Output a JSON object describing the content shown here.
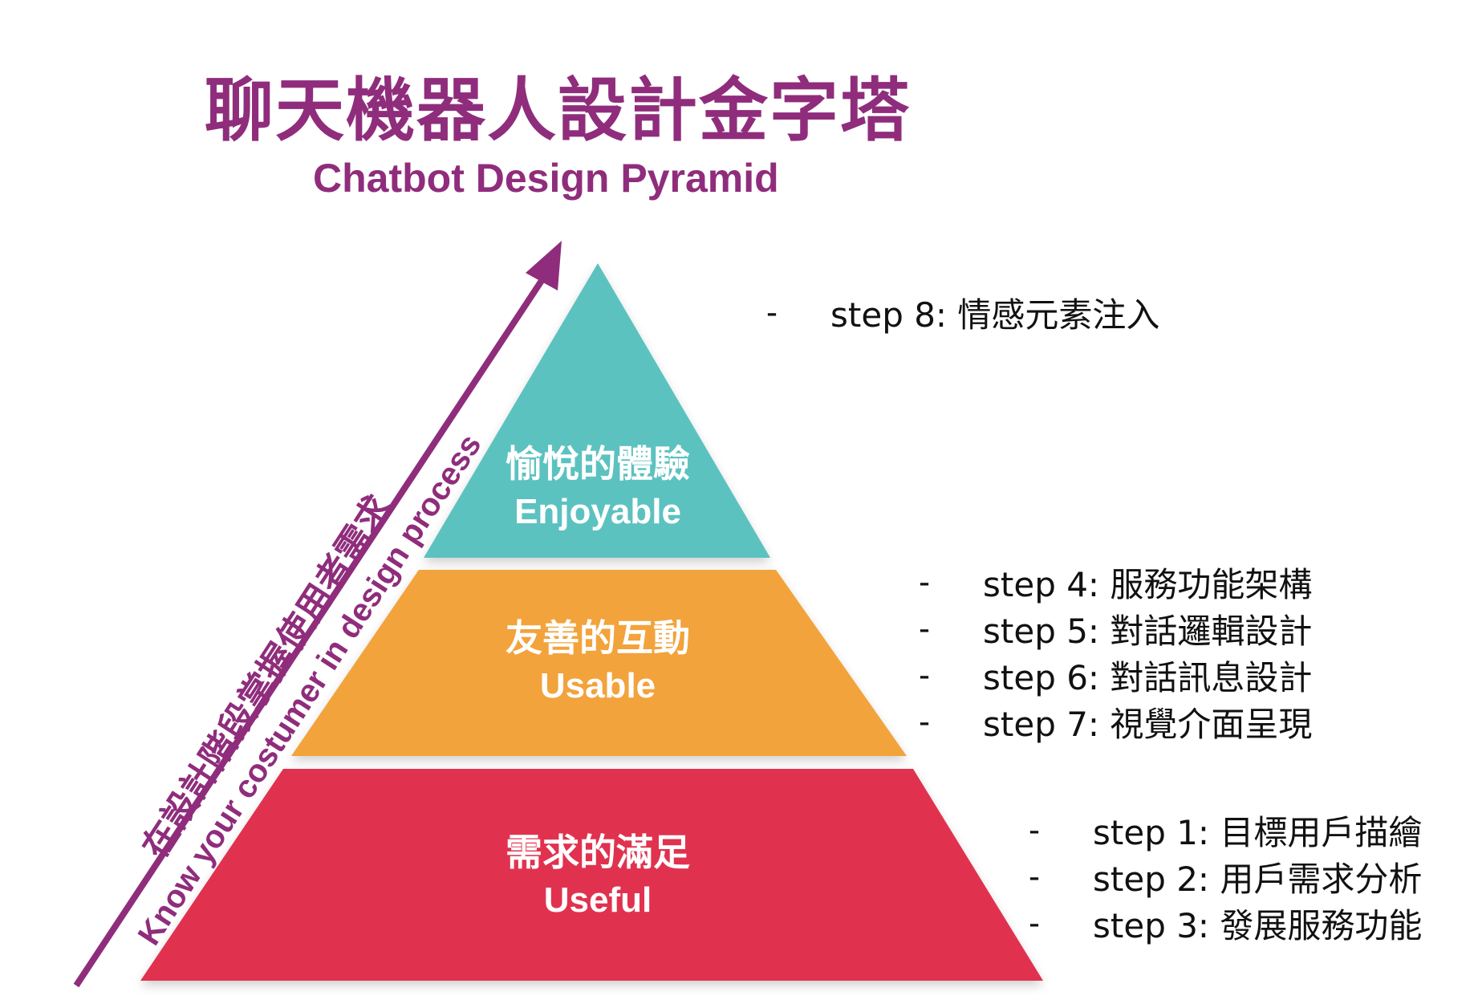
{
  "title": {
    "zh": "聊天機器人設計金字塔",
    "en": "Chatbot Design Pyramid"
  },
  "side_label": {
    "zh": "在設計階段掌握使用者需求",
    "en": "Know your costumer in design process"
  },
  "levels": [
    {
      "zh": "愉悅的體驗",
      "en": "Enjoyable",
      "color": "#5bc2c0"
    },
    {
      "zh": "友善的互動",
      "en": "Usable",
      "color": "#f2a33a"
    },
    {
      "zh": "需求的滿足",
      "en": "Useful",
      "color": "#e0334f"
    }
  ],
  "colors": {
    "accent": "#8f2d7c",
    "text": "#111111"
  },
  "steps": {
    "dash": "-",
    "top": [
      "step 8: 情感元素注入"
    ],
    "middle": [
      "step 4: 服務功能架構",
      "step 5: 對話邏輯設計",
      "step 6: 對話訊息設計",
      "step 7: 視覺介面呈現"
    ],
    "bottom": [
      "step 1: 目標用戶描繪",
      "step 2: 用戶需求分析",
      "step 3: 發展服務功能"
    ]
  }
}
